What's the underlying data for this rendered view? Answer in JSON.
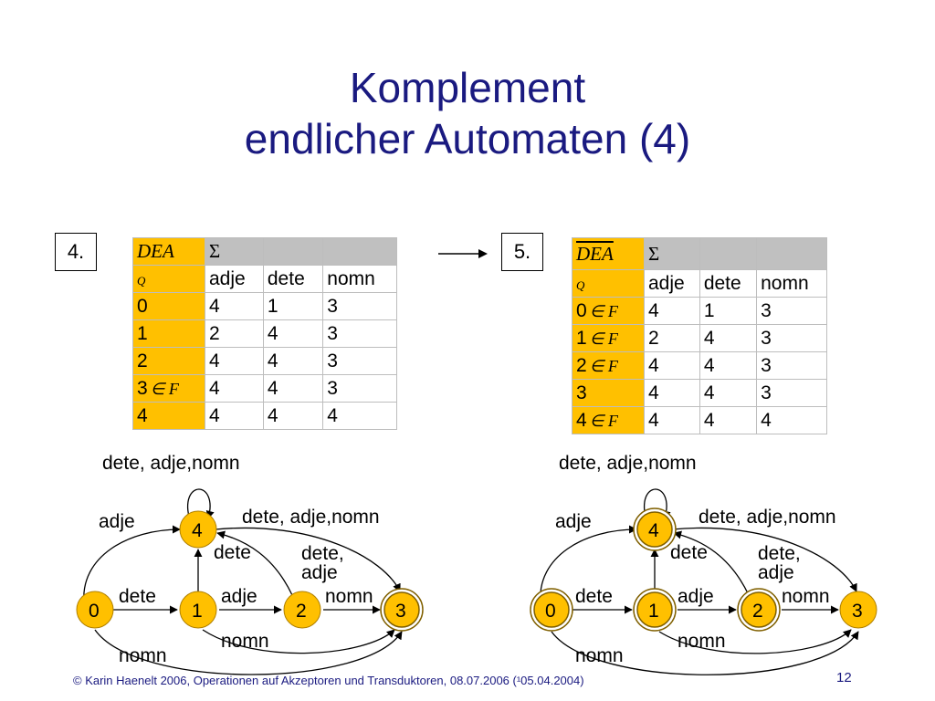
{
  "title": {
    "line1": "Komplement",
    "line2": "endlicher Automaten (4)"
  },
  "step4": "4.",
  "step5": "5.",
  "table4": {
    "corner": "DEA",
    "sigma": "Σ",
    "q": "Q",
    "cols": [
      "adje",
      "dete",
      "nomn"
    ],
    "rows": [
      {
        "state": "0",
        "final": "",
        "vals": [
          "4",
          "1",
          "3"
        ]
      },
      {
        "state": "1",
        "final": "",
        "vals": [
          "2",
          "4",
          "3"
        ]
      },
      {
        "state": "2",
        "final": "",
        "vals": [
          "4",
          "4",
          "3"
        ]
      },
      {
        "state": "3",
        "final": "∈ F",
        "vals": [
          "4",
          "4",
          "3"
        ]
      },
      {
        "state": "4",
        "final": "",
        "vals": [
          "4",
          "4",
          "4"
        ]
      }
    ]
  },
  "table5": {
    "corner": "DEA",
    "sigma": "Σ",
    "q": "Q",
    "cols": [
      "adje",
      "dete",
      "nomn"
    ],
    "rows": [
      {
        "state": "0",
        "final": "∈ F",
        "vals": [
          "4",
          "1",
          "3"
        ]
      },
      {
        "state": "1",
        "final": "∈ F",
        "vals": [
          "2",
          "4",
          "3"
        ]
      },
      {
        "state": "2",
        "final": "∈ F",
        "vals": [
          "4",
          "4",
          "3"
        ]
      },
      {
        "state": "3",
        "final": "",
        "vals": [
          "4",
          "4",
          "3"
        ]
      },
      {
        "state": "4",
        "final": "∈ F",
        "vals": [
          "4",
          "4",
          "4"
        ]
      }
    ]
  },
  "graph": {
    "nodes": [
      "0",
      "1",
      "2",
      "3",
      "4"
    ],
    "labels": {
      "loop4": "dete, adje,nomn",
      "e04": "adje",
      "e43": "dete, adje,nomn",
      "e14": "dete",
      "e24_l1": "dete,",
      "e24_l2": "adje",
      "e01": "dete",
      "e12": "adje",
      "e23": "nomn",
      "e13": "nomn",
      "e03": "nomn"
    },
    "finals_left": [
      "3"
    ],
    "finals_right": [
      "0",
      "1",
      "2",
      "4"
    ]
  },
  "colors": {
    "node": "#ffc000",
    "title": "#1a1a80",
    "header": "#ffc000",
    "grey": "#c0c0c0"
  },
  "footer": "© Karin Haenelt 2006, Operationen auf Akzeptoren und Transduktoren, 08.07.2006 (¹05.04.2004)",
  "page": "12"
}
